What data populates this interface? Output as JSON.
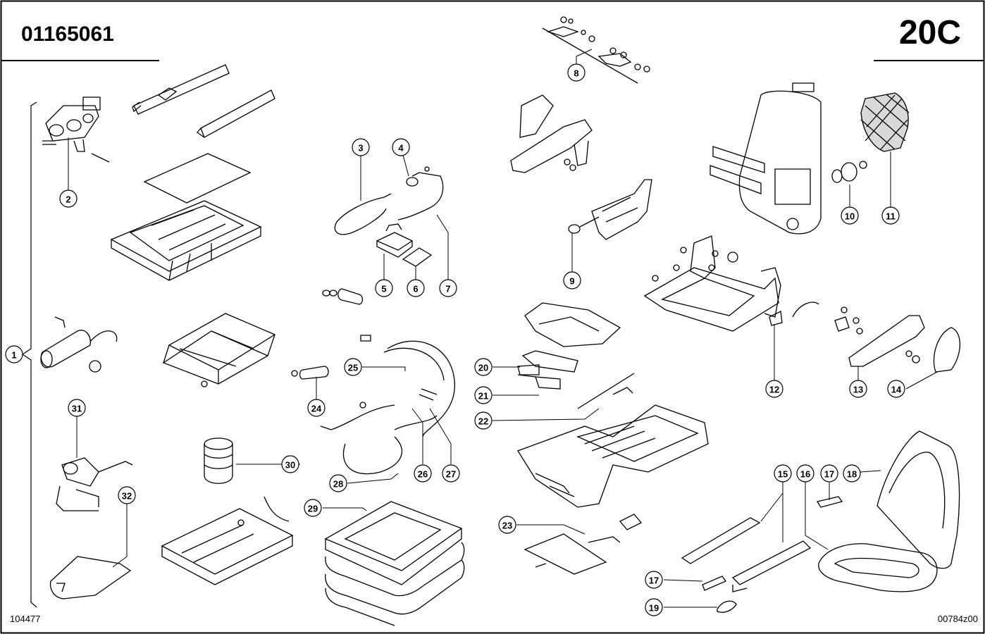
{
  "header": {
    "part_number": "01165061",
    "page_code": "20C"
  },
  "footer": {
    "left_code": "104477",
    "right_code": "00784z00"
  },
  "callouts": [
    {
      "id": "c1",
      "text": "1"
    },
    {
      "id": "c2",
      "text": "2"
    },
    {
      "id": "c3",
      "text": "3"
    },
    {
      "id": "c4",
      "text": "4"
    },
    {
      "id": "c5",
      "text": "5"
    },
    {
      "id": "c6",
      "text": "6"
    },
    {
      "id": "c7",
      "text": "7"
    },
    {
      "id": "c8",
      "text": "8"
    },
    {
      "id": "c9",
      "text": "9"
    },
    {
      "id": "c10",
      "text": "10"
    },
    {
      "id": "c11",
      "text": "11"
    },
    {
      "id": "c12",
      "text": "12"
    },
    {
      "id": "c13",
      "text": "13"
    },
    {
      "id": "c14",
      "text": "14"
    },
    {
      "id": "c15",
      "text": "15"
    },
    {
      "id": "c16",
      "text": "16"
    },
    {
      "id": "c17a",
      "text": "17"
    },
    {
      "id": "c17b",
      "text": "17"
    },
    {
      "id": "c18",
      "text": "18"
    },
    {
      "id": "c19",
      "text": "19"
    },
    {
      "id": "c20",
      "text": "20"
    },
    {
      "id": "c21",
      "text": "21"
    },
    {
      "id": "c22",
      "text": "22"
    },
    {
      "id": "c23",
      "text": "23"
    },
    {
      "id": "c24",
      "text": "24"
    },
    {
      "id": "c25",
      "text": "25"
    },
    {
      "id": "c26",
      "text": "26"
    },
    {
      "id": "c27",
      "text": "27"
    },
    {
      "id": "c28",
      "text": "28"
    },
    {
      "id": "c29",
      "text": "29"
    },
    {
      "id": "c30",
      "text": "30"
    },
    {
      "id": "c31",
      "text": "31"
    },
    {
      "id": "c32",
      "text": "32"
    }
  ],
  "colors": {
    "ink": "#000000",
    "paper": "#ffffff",
    "shade": "#d9d9d9"
  }
}
